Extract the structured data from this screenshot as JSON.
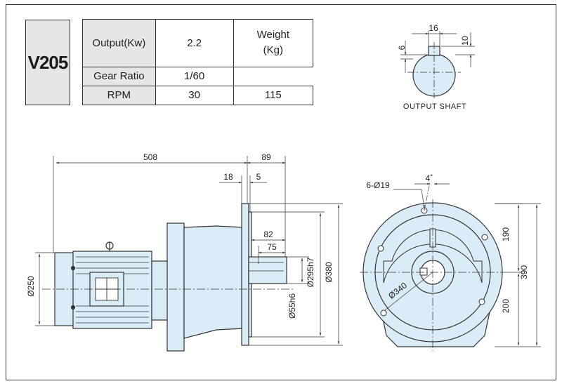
{
  "model": "V205",
  "specs": {
    "output_label": "Output(Kw)",
    "output_value": "2.2",
    "ratio_label": "Gear Ratio",
    "ratio_value": "1/60",
    "rpm_label": "RPM",
    "rpm_value": "30",
    "weight_label_1": "Weight",
    "weight_label_2": "(Kg)",
    "weight_value": "115"
  },
  "output_shaft": {
    "title": "OUTPUT SHAFT",
    "dim_width": "16",
    "dim_depth": "6",
    "dim_height": "10"
  },
  "side_view": {
    "dim_overall": "508",
    "dim_shaft": "89",
    "dim_flange": "18",
    "dim_gap": "5",
    "dim_82": "82",
    "dim_75": "75",
    "dim_motor_dia": "Ø250",
    "dim_shaft_dia": "Ø55h6",
    "dim_spigot": "Ø295h7",
    "dim_flange_dia": "Ø380"
  },
  "front_view": {
    "dim_holes": "6-Ø19",
    "dim_angle": "4˚",
    "dim_pcd": "Ø340",
    "dim_upper": "190",
    "dim_lower": "200",
    "dim_total": "390"
  }
}
